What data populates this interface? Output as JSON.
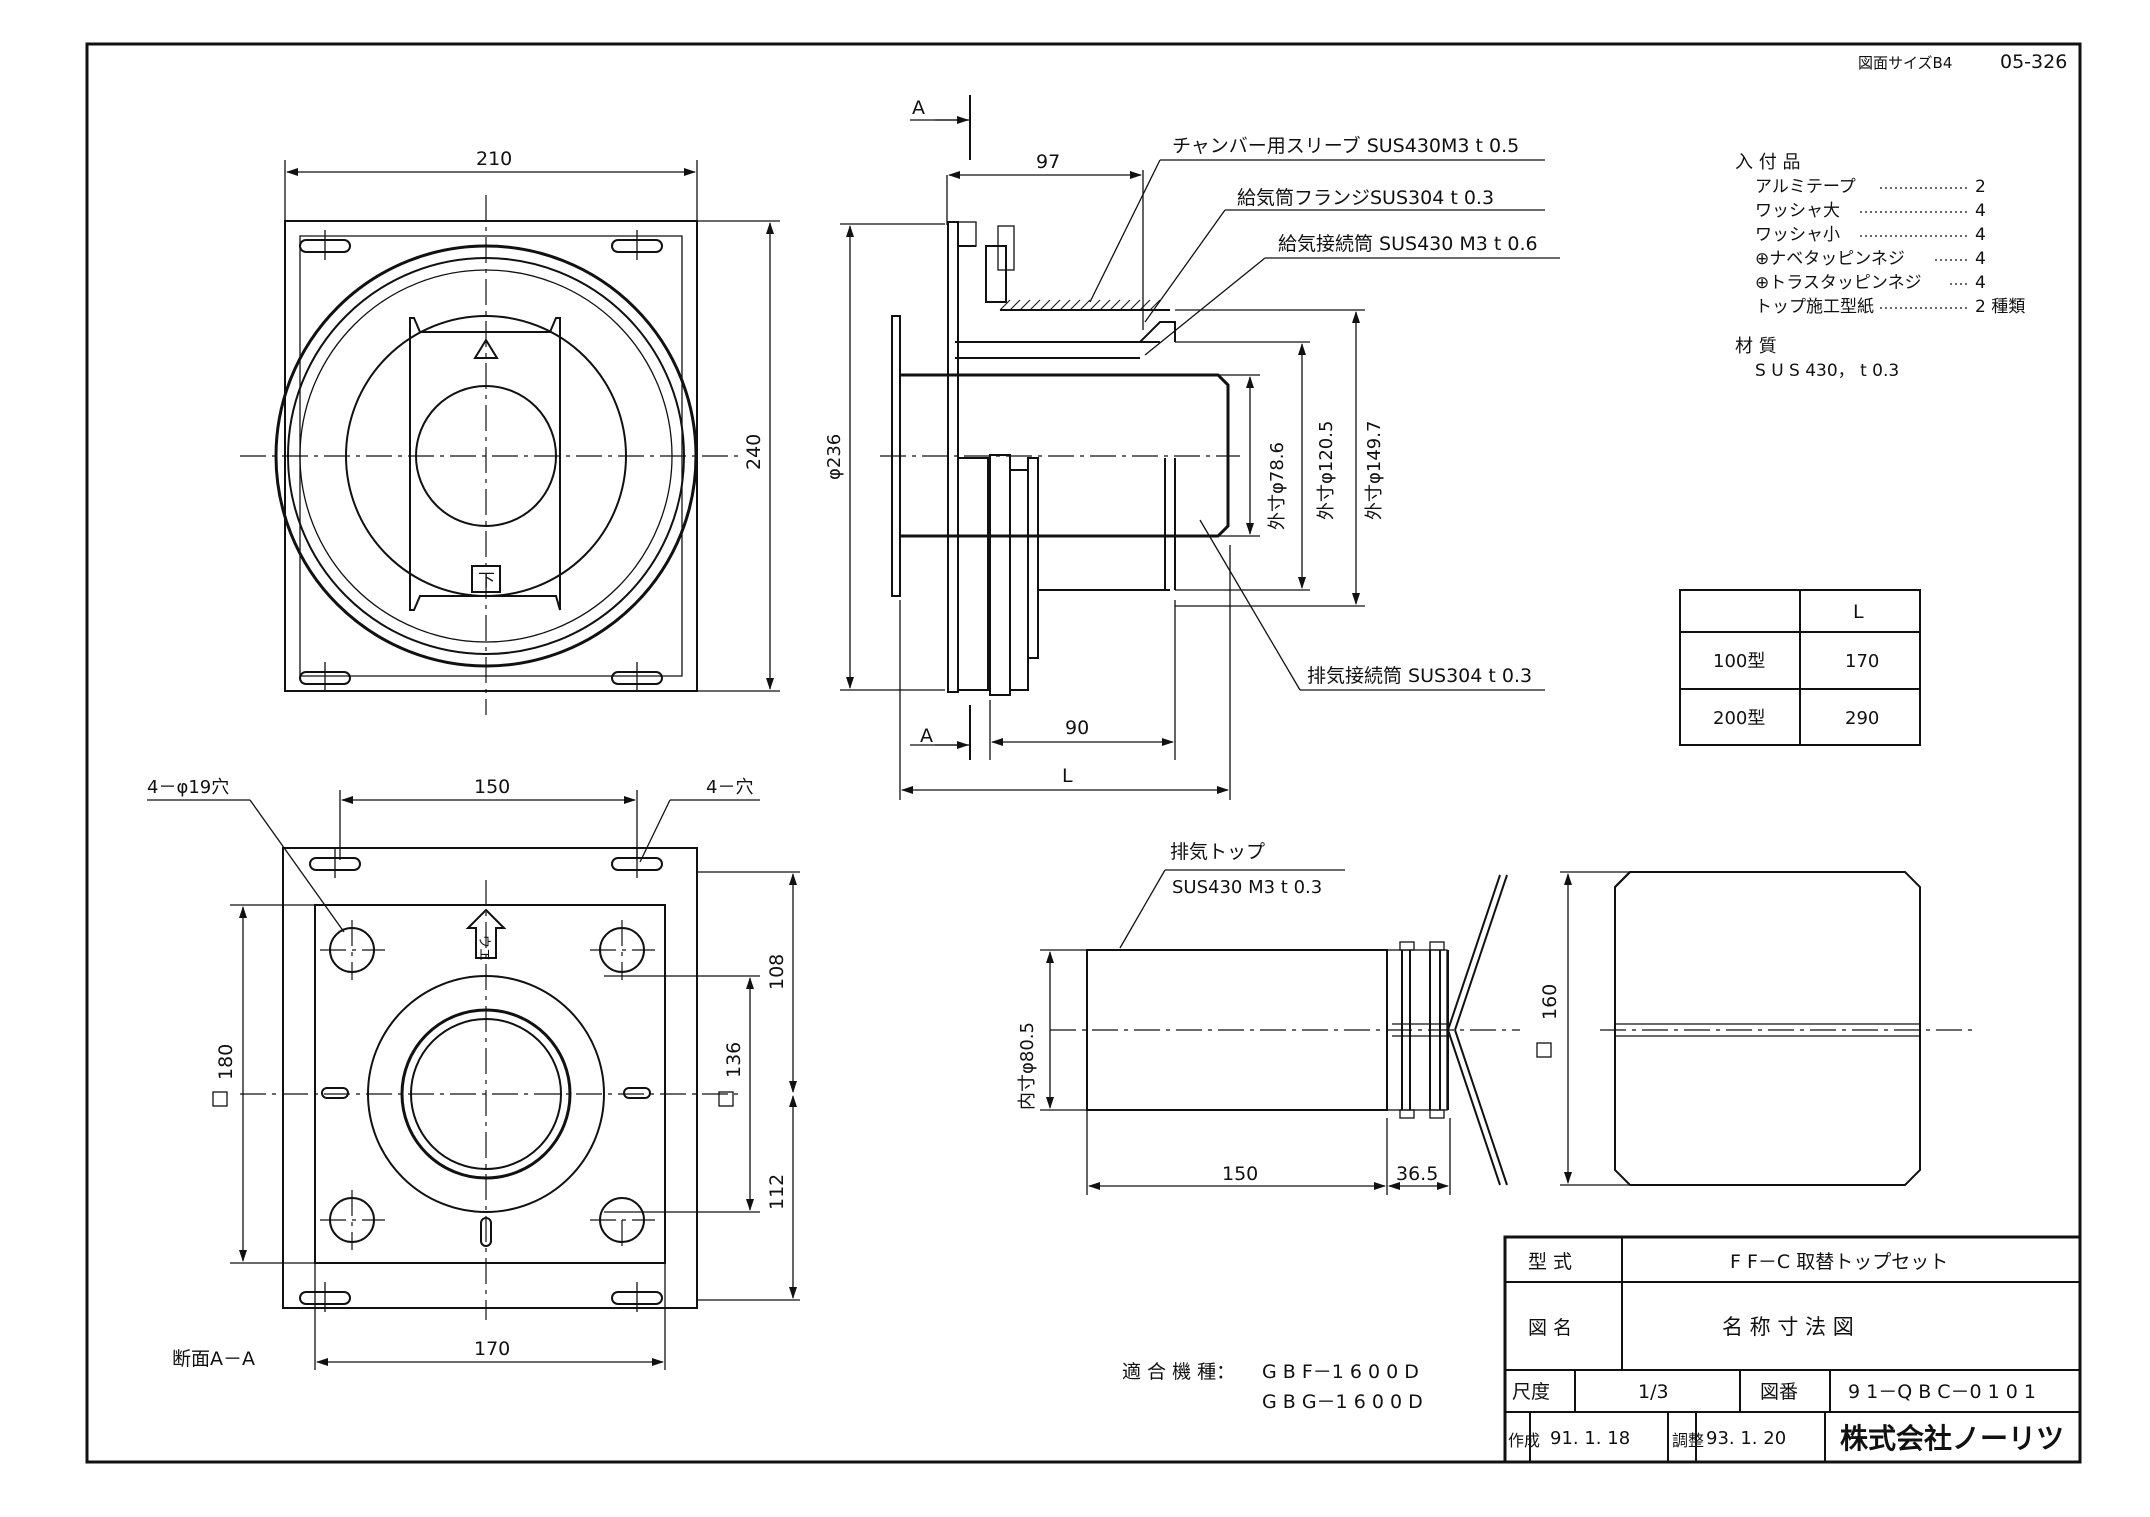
{
  "header": {
    "sheet_size": "図面サイズB4",
    "drawing_code": "05-326"
  },
  "front_view": {
    "dim_width": "210",
    "dim_height": "240",
    "mark_bottom": "下"
  },
  "side_view": {
    "section_marker": "A",
    "dim_97": "97",
    "dim_90": "90",
    "dim_L": "L",
    "dim_phi236": "φ236",
    "dim_outer_78_6": "外寸φ78.6",
    "dim_outer_120_5": "外寸φ120.5",
    "dim_outer_149_7": "外寸φ149.7",
    "callouts": [
      "チャンバー用スリーブ SUS430M3 t 0.5",
      "給気筒フランジSUS304 t 0.3",
      "給気接続筒 SUS430 M3 t 0.6",
      "排気接続筒 SUS304 t 0.3"
    ]
  },
  "accessories": {
    "title": "入 付 品",
    "items": [
      {
        "name": "アルミテープ",
        "qty": "2"
      },
      {
        "name": "ワッシャ大",
        "qty": "4"
      },
      {
        "name": "ワッシャ小",
        "qty": "4"
      },
      {
        "name": "⊕ナベタッピンネジ",
        "qty": "4"
      },
      {
        "name": "⊕トラスタッピンネジ",
        "qty": "4"
      },
      {
        "name": "トップ施工型紙",
        "qty": "2 種類"
      }
    ],
    "material_label": "材 質",
    "material_value": "S U S 430， t 0.3"
  },
  "length_table": {
    "header": "L",
    "rows": [
      {
        "model": "100型",
        "value": "170"
      },
      {
        "model": "200型",
        "value": "290"
      }
    ]
  },
  "section_view": {
    "holes_label": "4－φ19穴",
    "slots_label": "4－穴",
    "dim_150": "150",
    "dim_180": "180",
    "dim_136": "136",
    "dim_108": "108",
    "dim_112": "112",
    "dim_170": "170",
    "mark_up": "ウエ",
    "caption": "断面A－A"
  },
  "exhaust_top": {
    "label": "排気トップ",
    "material": "SUS430 M3 t 0.3",
    "dim_inner": "内寸φ80.5",
    "dim_150": "150",
    "dim_36_5": "36.5",
    "dim_160": "160"
  },
  "compatible_models": {
    "label": "適 合 機 種：",
    "models": [
      "G B F－1 6 0 0 D",
      "G B G－1 6 0 0 D"
    ]
  },
  "title_block": {
    "type_label": "型 式",
    "type_value": "F F－C 取替トップセット",
    "drawing_name_label": "図 名",
    "drawing_name_value": "名 称 寸 法 図",
    "scale_label": "尺度",
    "scale_value": "1/3",
    "drawing_no_label": "図番",
    "drawing_no_value": "9 1－Q B C－0 1 0 1",
    "created_label": "作成",
    "created_date": "91. 1. 18",
    "revised_label": "調整",
    "revised_date": "93. 1. 20",
    "company": "株式会社ノーリツ"
  }
}
